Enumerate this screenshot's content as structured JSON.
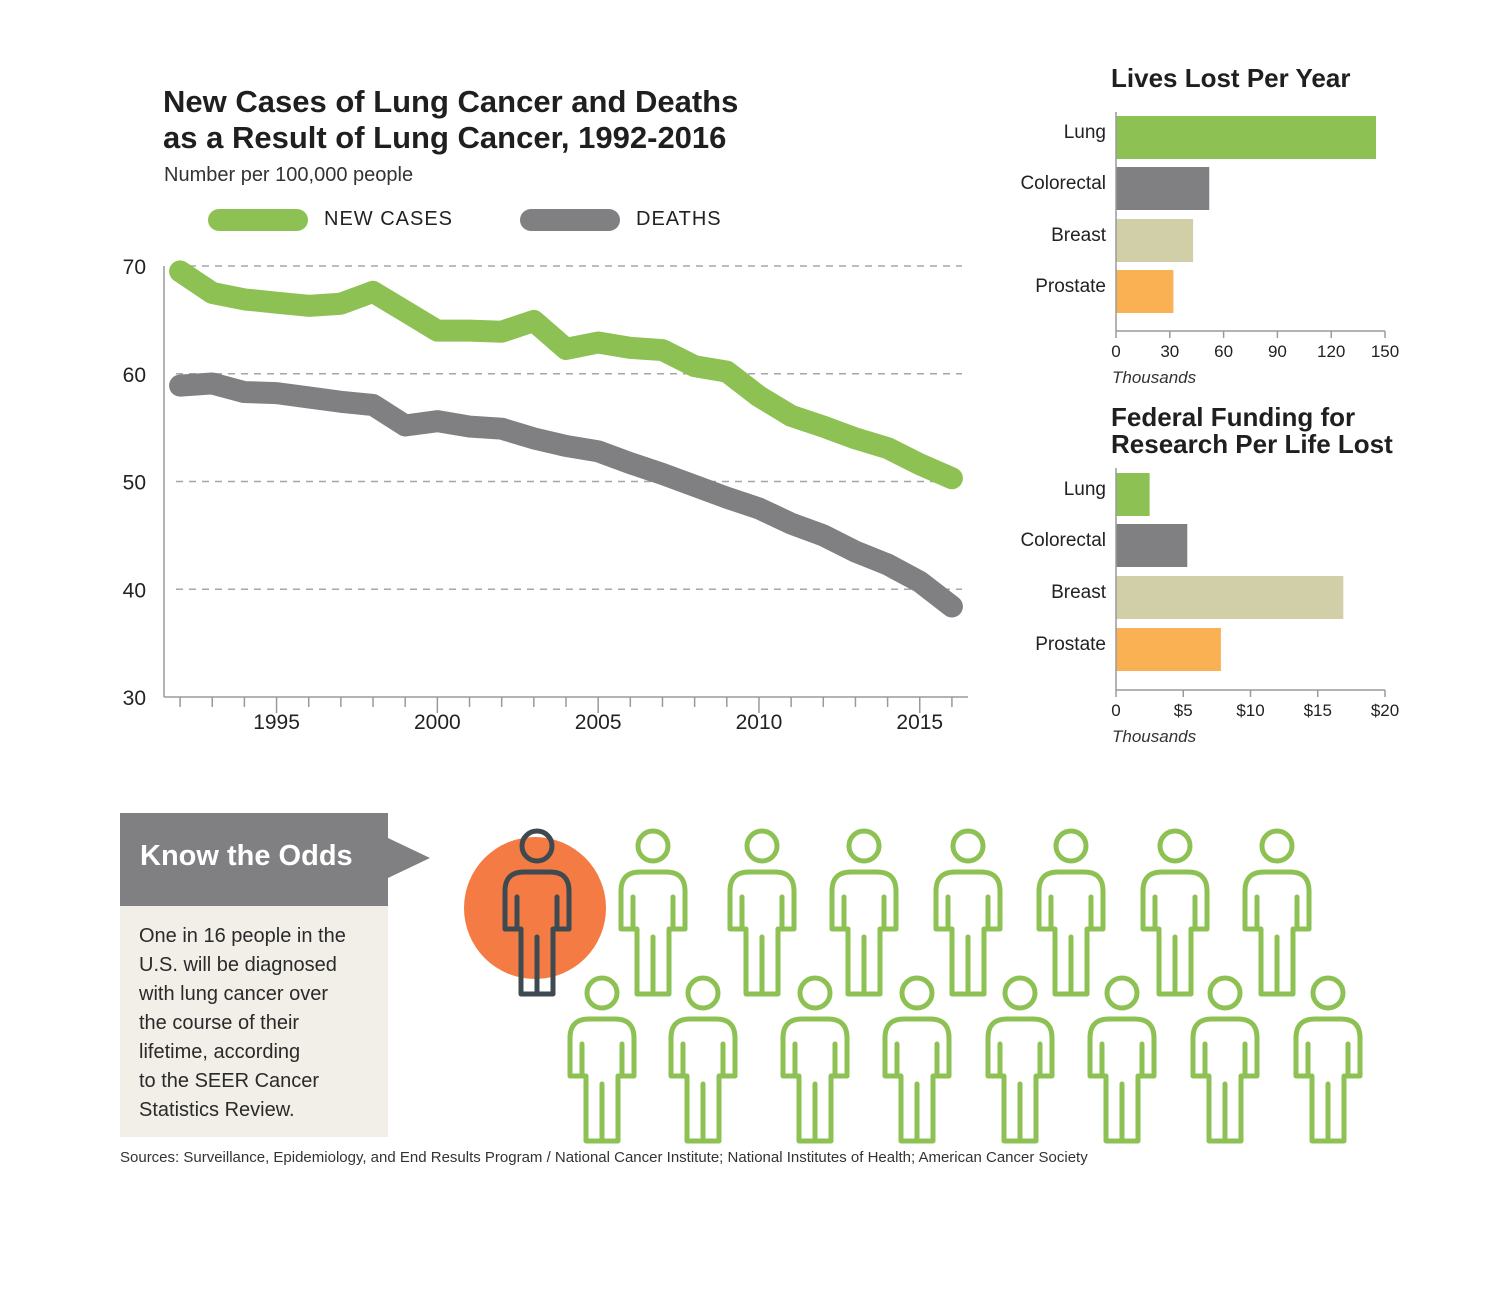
{
  "main_chart": {
    "title_line1": "New Cases of Lung Cancer and Deaths",
    "title_line2": "as a Result of Lung Cancer, 1992-2016",
    "subtitle": "Number per 100,000 people",
    "legend": [
      {
        "label": "NEW CASES",
        "color": "#8dc153"
      },
      {
        "label": "DEATHS",
        "color": "#808083"
      }
    ]
  },
  "side_chart1": {
    "title": "Lives Lost Per Year"
  },
  "side_chart2": {
    "title_line1": "Federal Funding for",
    "title_line2": "Research Per Life Lost"
  },
  "odds": {
    "title": "Know the Odds",
    "lines": [
      "One in 16 people in the",
      "U.S. will be diagnosed",
      "with lung cancer over",
      "the course of their",
      "lifetime, according",
      "to the SEER Cancer",
      "Statistics Review."
    ]
  },
  "sources": "Sources: Surveillance, Epidemiology, and End Results Program / National Cancer Institute; National Institutes of Health; American Cancer Society",
  "chart_data": [
    {
      "type": "line",
      "title": "New Cases of Lung Cancer and Deaths as a Result of Lung Cancer, 1992-2016",
      "subtitle": "Number per 100,000 people",
      "x": [
        1992,
        1993,
        1994,
        1995,
        1996,
        1997,
        1998,
        1999,
        2000,
        2001,
        2002,
        2003,
        2004,
        2005,
        2006,
        2007,
        2008,
        2009,
        2010,
        2011,
        2012,
        2013,
        2014,
        2015,
        2016
      ],
      "series": [
        {
          "name": "NEW CASES",
          "color": "#8dc153",
          "values": [
            69.5,
            67.5,
            66.9,
            66.6,
            66.3,
            66.5,
            67.6,
            65.8,
            64.0,
            64.0,
            63.9,
            64.9,
            62.3,
            62.9,
            62.4,
            62.2,
            60.7,
            60.2,
            57.9,
            56.1,
            55.1,
            54.0,
            53.1,
            51.6,
            50.3
          ]
        },
        {
          "name": "DEATHS",
          "color": "#808083",
          "values": [
            58.9,
            59.1,
            58.3,
            58.2,
            57.8,
            57.4,
            57.1,
            55.2,
            55.6,
            55.1,
            54.9,
            54.0,
            53.3,
            52.8,
            51.7,
            50.7,
            49.6,
            48.5,
            47.5,
            46.1,
            45.0,
            43.5,
            42.3,
            40.7,
            38.4
          ]
        }
      ],
      "x_ticks": [
        "1995",
        "2000",
        "2005",
        "2010",
        "2015"
      ],
      "y_ticks": [
        "30",
        "40",
        "50",
        "60",
        "70"
      ],
      "ylim": [
        30,
        70
      ],
      "xlim": [
        1991.5,
        2016.5
      ],
      "grid": "horizontal dashed",
      "legend_position": "top"
    },
    {
      "type": "bar",
      "orientation": "horizontal",
      "title": "Lives Lost Per Year",
      "categories": [
        "Lung",
        "Colorectal",
        "Breast",
        "Prostate"
      ],
      "values": [
        145,
        52,
        43,
        32
      ],
      "colors": [
        "#8dc153",
        "#808083",
        "#d0cfa8",
        "#f9b153"
      ],
      "x_ticks": [
        "0",
        "30",
        "60",
        "90",
        "120",
        "150"
      ],
      "xlim": [
        0,
        150
      ],
      "xlabel": "Thousands"
    },
    {
      "type": "bar",
      "orientation": "horizontal",
      "title": "Federal Funding for Research Per Life Lost",
      "categories": [
        "Lung",
        "Colorectal",
        "Breast",
        "Prostate"
      ],
      "values": [
        2.5,
        5.3,
        16.9,
        7.8
      ],
      "colors": [
        "#8dc153",
        "#808083",
        "#d0cfa8",
        "#f9b153"
      ],
      "x_ticks": [
        "0",
        "$5",
        "$10",
        "$15",
        "$20"
      ],
      "xlim": [
        0,
        20
      ],
      "xlabel": "Thousands"
    },
    {
      "type": "pictograph",
      "title": "Know the Odds",
      "highlighted": 1,
      "total": 16,
      "colors": {
        "highlight_circle": "#f47c44",
        "highlight_figure": "#3d4a4f",
        "other": "#8dc153"
      }
    }
  ]
}
